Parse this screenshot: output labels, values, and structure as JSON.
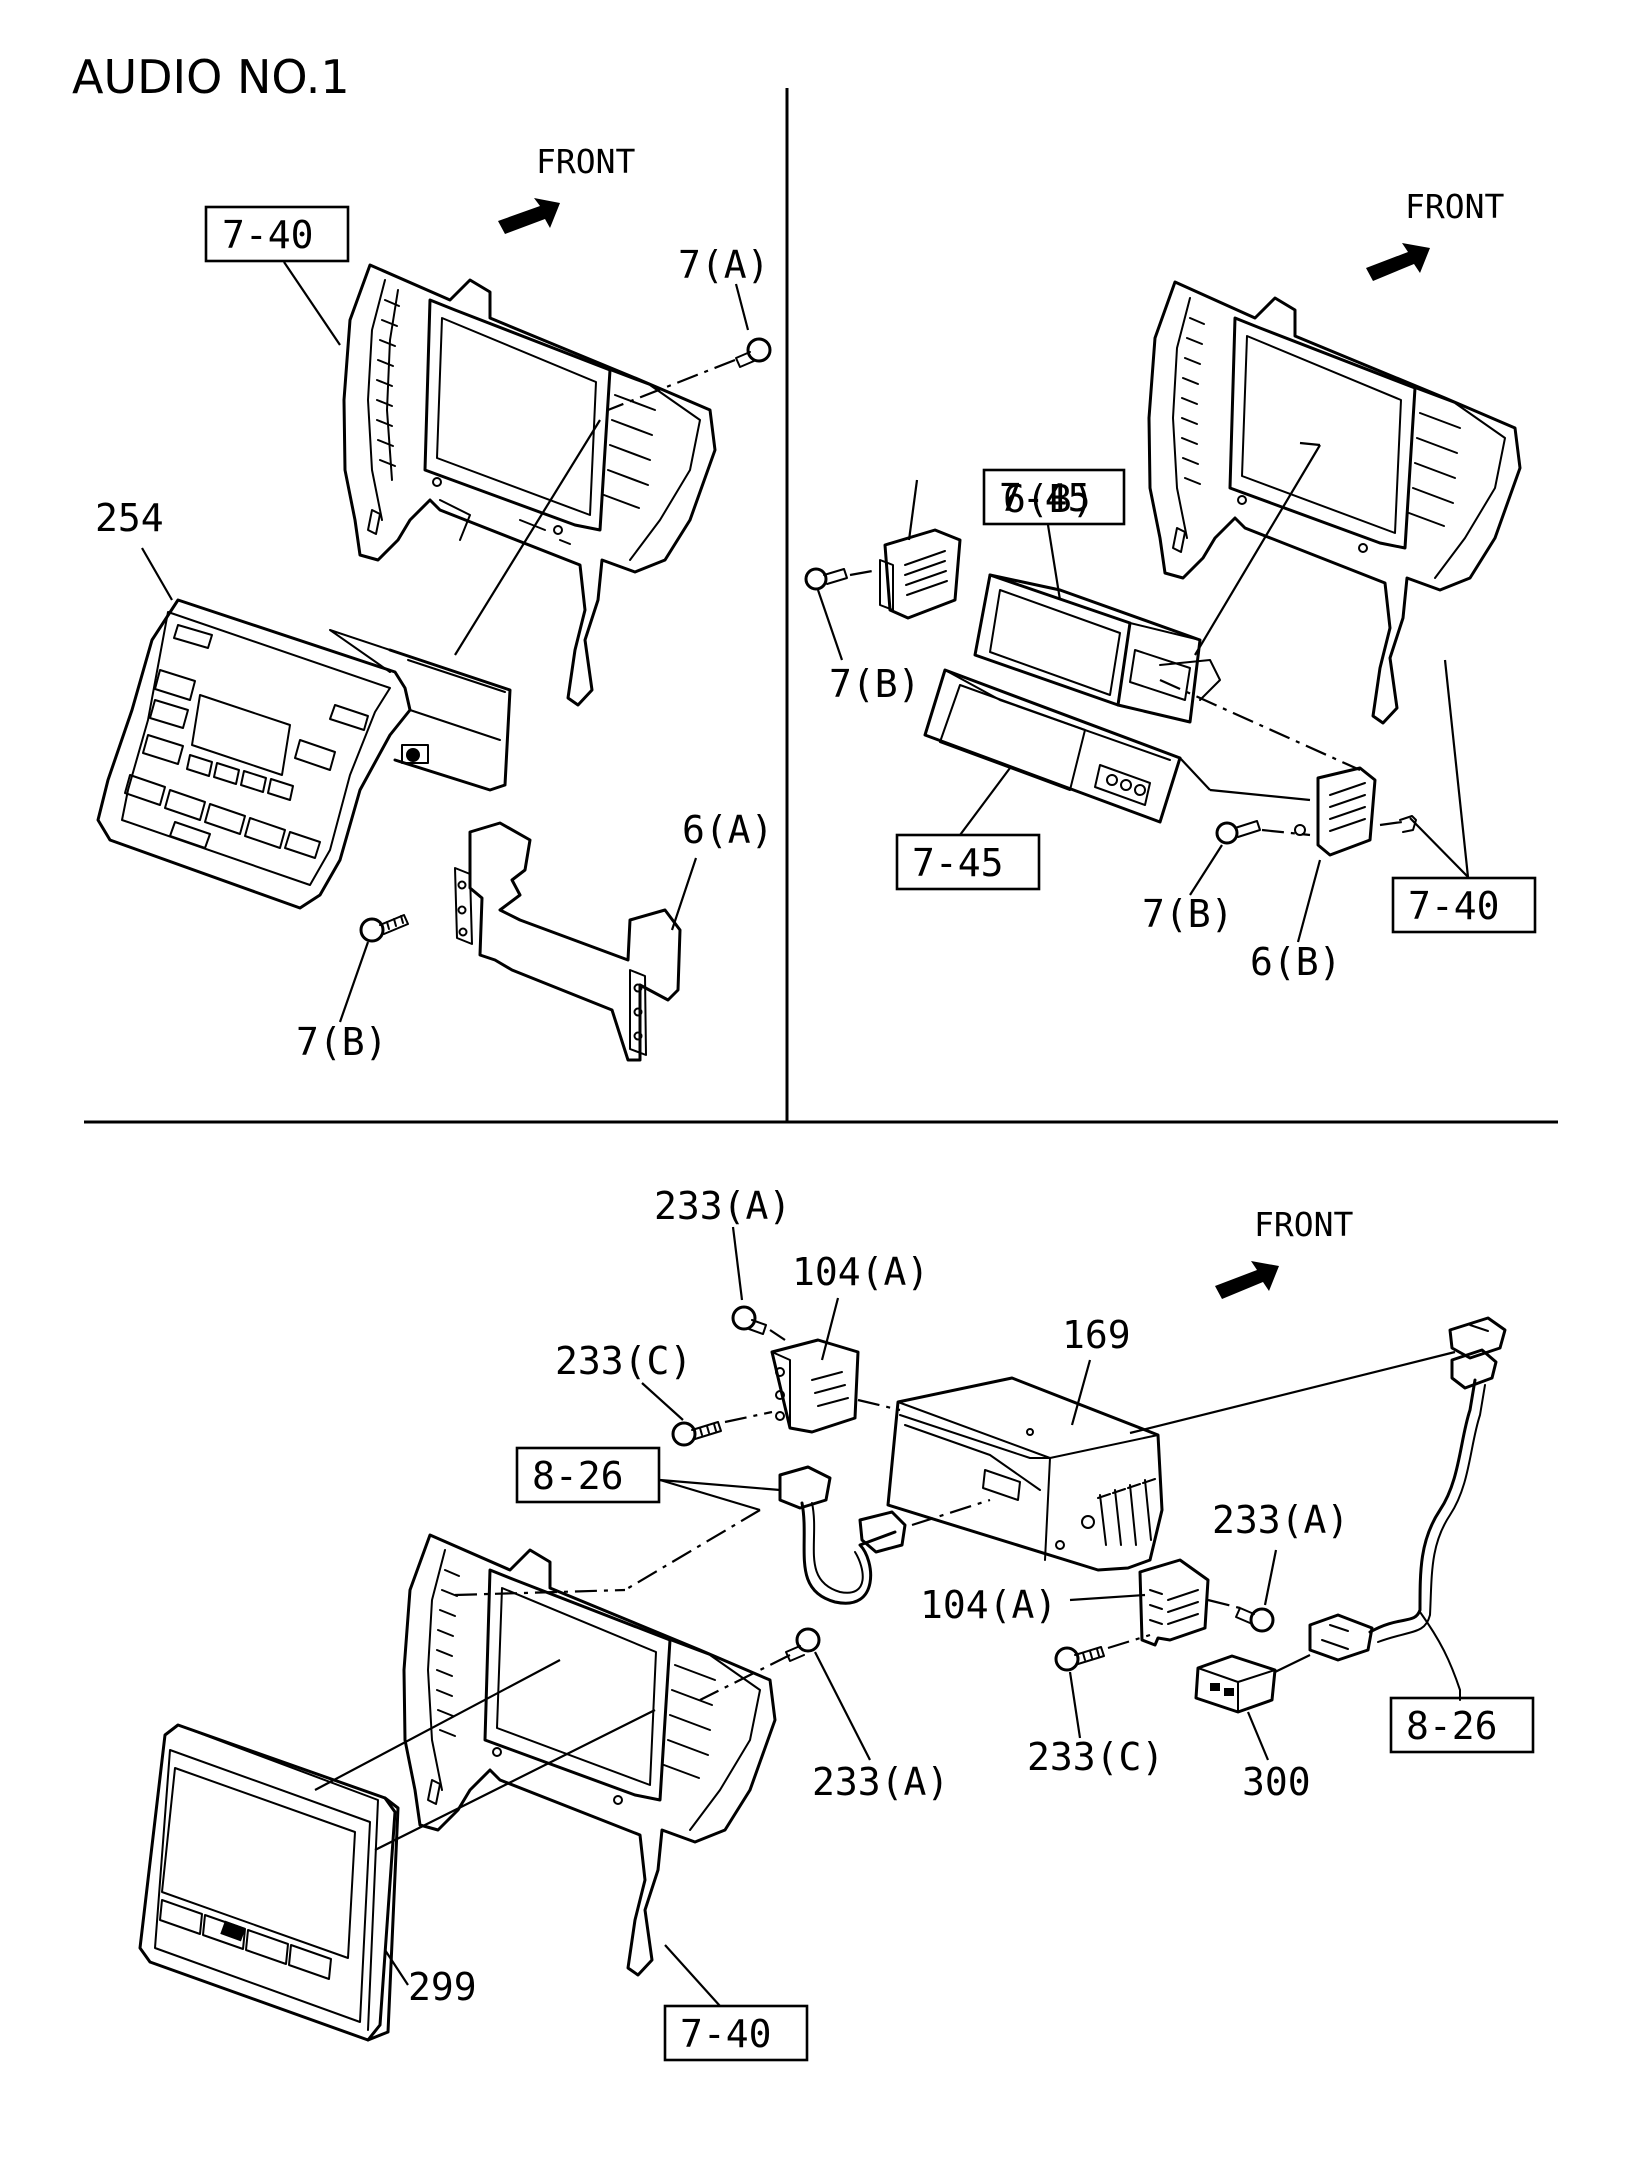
{
  "title": "AUDIO NO.1",
  "front_labels": [
    "FRONT",
    "FRONT",
    "FRONT"
  ],
  "panel_top_left": {
    "boxed": [
      "7-40"
    ],
    "labels": [
      "7(A)",
      "254",
      "6(A)",
      "7(B)"
    ]
  },
  "panel_top_right": {
    "boxed": [
      "7-45",
      "7-45",
      "7-40"
    ],
    "labels": [
      "6(B)",
      "7(B)",
      "7(B)",
      "6(B)"
    ]
  },
  "panel_bottom": {
    "boxed": [
      "8-26",
      "8-26",
      "7-40"
    ],
    "labels": [
      "233(A)",
      "104(A)",
      "169",
      "233(C)",
      "233(A)",
      "104(A)",
      "233(A)",
      "233(C)",
      "300",
      "299"
    ]
  }
}
